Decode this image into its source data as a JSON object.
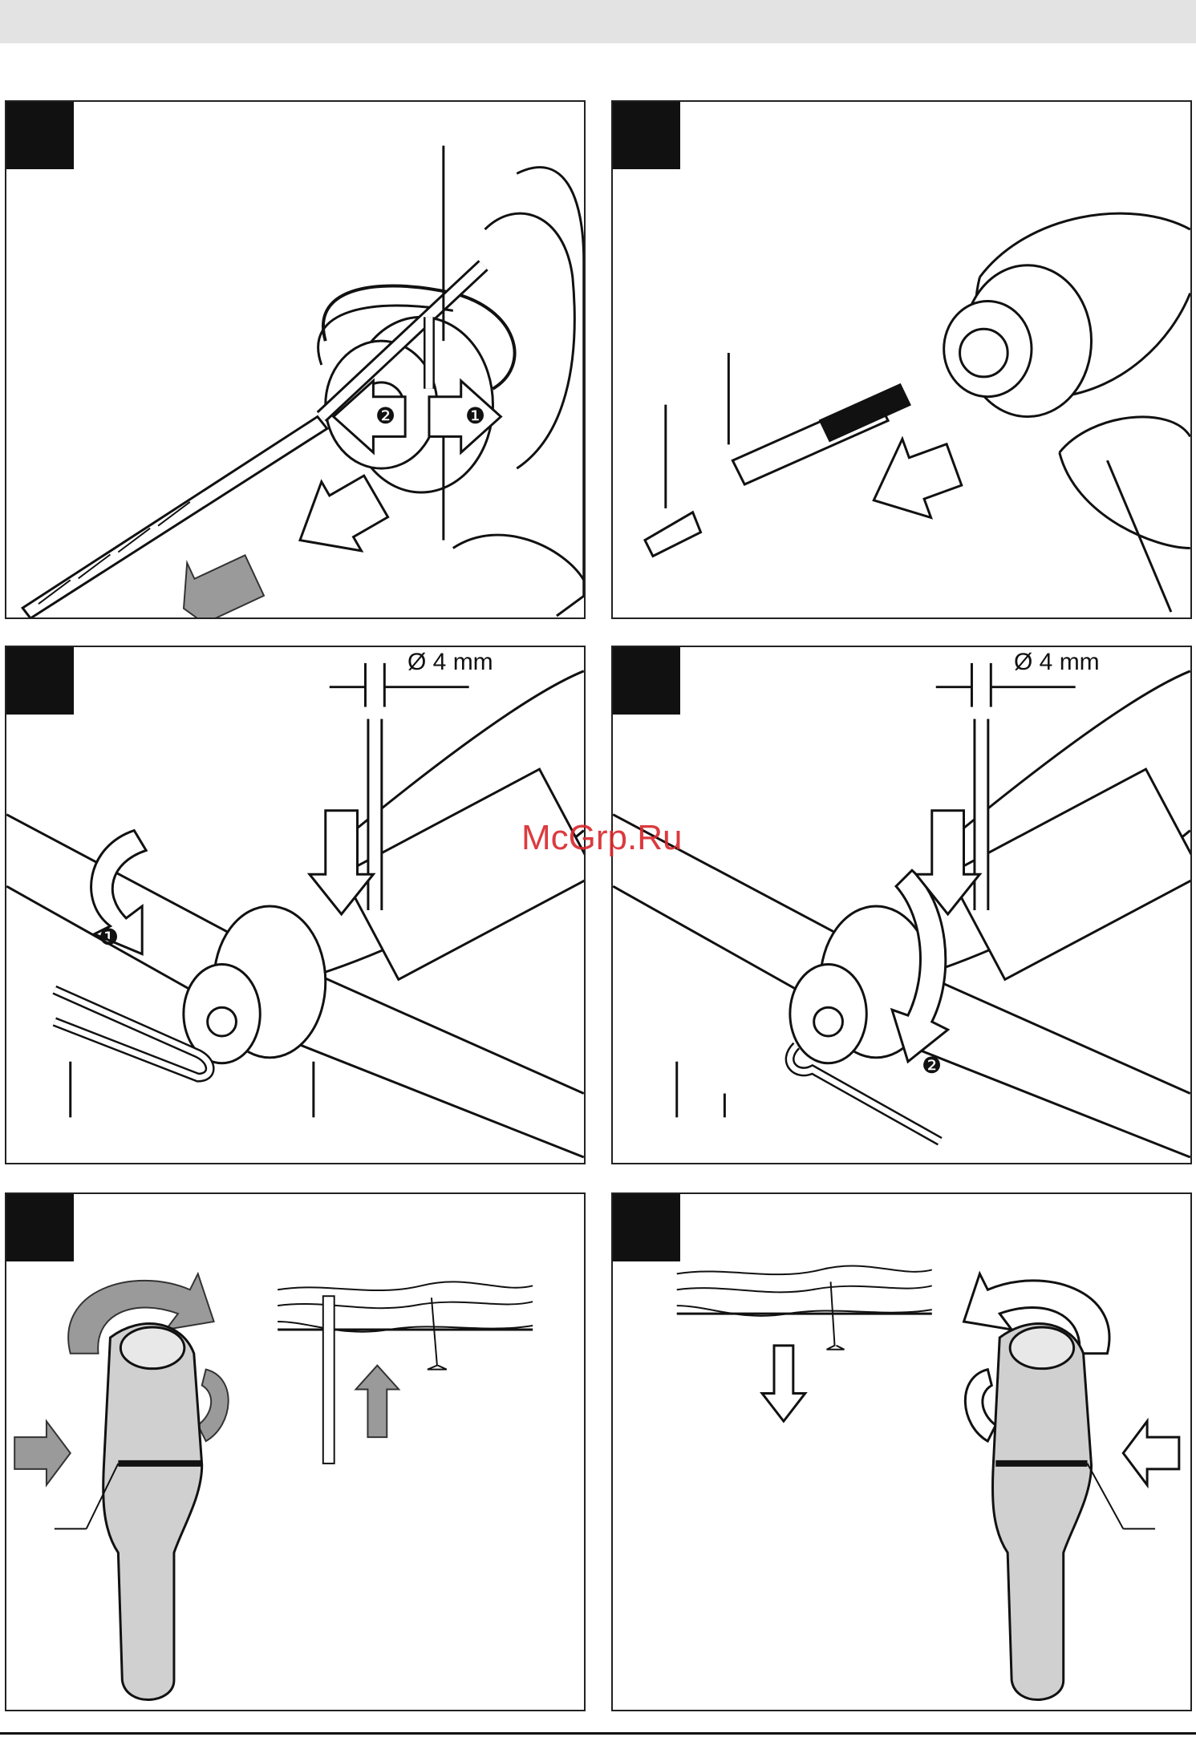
{
  "page": {
    "watermark": "McGrp.Ru"
  },
  "panels": [
    {
      "id": "1",
      "callouts": [
        "❷",
        "❶"
      ]
    },
    {
      "id": "2",
      "callouts": []
    },
    {
      "id": "3",
      "dimension": "Ø 4 mm",
      "callouts": [
        "❶"
      ]
    },
    {
      "id": "4",
      "dimension": "Ø 4 mm",
      "callouts": [
        "❷"
      ]
    },
    {
      "id": "5",
      "callouts": []
    },
    {
      "id": "6",
      "callouts": []
    }
  ],
  "colors": {
    "arrow_gray": "#9a9a9a",
    "line": "#111111",
    "panel_border": "#222222"
  }
}
